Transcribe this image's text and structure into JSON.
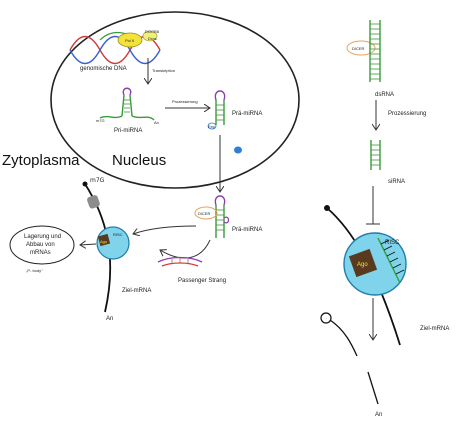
{
  "compartments": {
    "nucleus": "Nucleus",
    "cytoplasm": "Zytoplasma"
  },
  "left_pathway": {
    "genomic_dna": "genomische DNA",
    "transcription": "Transkription",
    "polymerase_labels": [
      "Pol II",
      "DGCR8",
      "Dros."
    ],
    "pri_mirna": "Pri-miRNA",
    "processing": "Prozessierung",
    "pre_mirna_nucleus": "Prä-miRNA",
    "exportin": "Exp",
    "dicer": "DICER",
    "pre_mirna_cytoplasm": "Prä-miRNA",
    "passenger_strand": "Passenger Strang",
    "risc": "RISC",
    "ago": "Ago",
    "cap": "m7G",
    "storage_box": [
      "Lagerung und",
      "Abbau von",
      "mRNAs"
    ],
    "p_body": "„P- body\"",
    "target_mrna": "Ziel-mRNA",
    "poly_a": "An",
    "pri_ends": [
      "m7G",
      "An"
    ]
  },
  "right_pathway": {
    "dicer": "DICER",
    "dsrna": "dsRNA",
    "processing": "Prozessierung",
    "sirna": "siRNA",
    "risc": "RISC",
    "ago": "Ago",
    "target_mrna": "Ziel-mRNA",
    "poly_a": "An"
  },
  "colors": {
    "stem_green": "#3a9a3a",
    "loop_purple": "#8b3fb0",
    "risc_cyan": "#7fd3ea",
    "risc_border": "#1f7fa8",
    "dicer_orange": "#e8a25a",
    "ago_brown": "#5a3a1e",
    "cap_gray": "#8c8c8c",
    "dna_red": "#d23b3b",
    "dna_blue": "#3a5fd2",
    "polymerase_yellow": "#f2e23a",
    "exportin_blue": "#2f7fd8"
  }
}
